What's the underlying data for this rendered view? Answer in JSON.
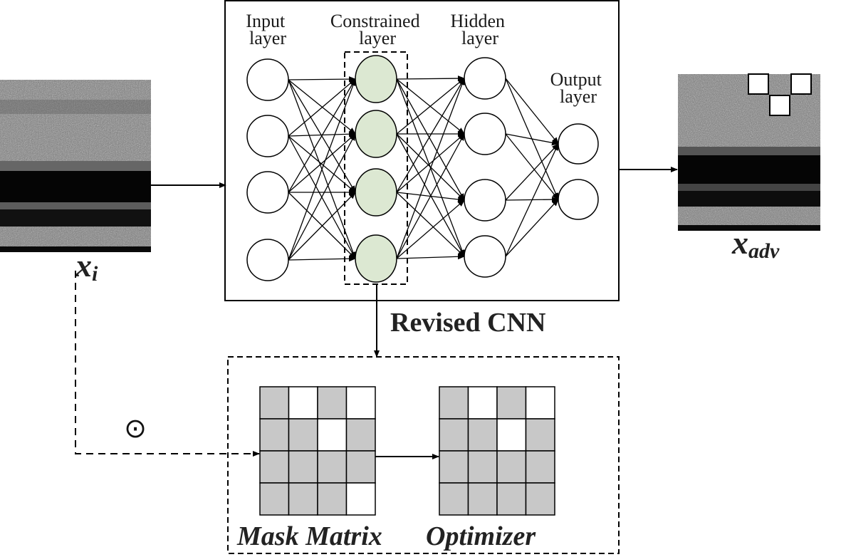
{
  "network": {
    "title": "Revised CNN",
    "layers": {
      "input": [
        "Input",
        "layer"
      ],
      "constrained": [
        "Constrained",
        "layer"
      ],
      "hidden": [
        "Hidden",
        "layer"
      ],
      "output": [
        "Output",
        "layer"
      ]
    }
  },
  "symbols": {
    "input_var": "x",
    "input_sub": "i",
    "output_var": "x",
    "output_sub": "adv",
    "operator": "⊙"
  },
  "bottom": {
    "mask_label": "Mask Matrix",
    "optimizer_label": "Optimizer"
  },
  "mask_matrix": [
    [
      1,
      0,
      1,
      0
    ],
    [
      1,
      1,
      0,
      1
    ],
    [
      1,
      1,
      1,
      1
    ],
    [
      1,
      1,
      1,
      0
    ]
  ],
  "optimizer_matrix": [
    [
      1,
      0,
      1,
      0
    ],
    [
      1,
      1,
      0,
      1
    ],
    [
      1,
      1,
      1,
      1
    ],
    [
      1,
      1,
      1,
      1
    ]
  ],
  "colors": {
    "constrained_fill": "#dce8d2",
    "cell_gray": "#c8c8c8"
  }
}
